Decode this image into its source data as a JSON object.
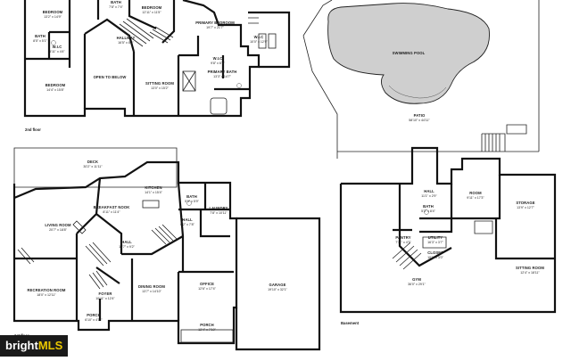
{
  "floors": {
    "second": {
      "label": "2nd floor"
    },
    "first": {
      "label": "1st floor"
    },
    "basement": {
      "label": "Basement"
    }
  },
  "rooms": {
    "bedroom_tl": {
      "name": "BEDROOM",
      "dim": "13'2\" x 14'9\""
    },
    "bath_top": {
      "name": "BATH",
      "dim": "7'8\" x 7'4\""
    },
    "bedroom_top": {
      "name": "BEDROOM",
      "dim": "12'11\" x 11'5\""
    },
    "primary_bedroom": {
      "name": "PRIMARY BEDROOM",
      "dim": "19'7\" x 21'7\""
    },
    "wic_right": {
      "name": "W.I.C",
      "dim": "10'0\" x 12'9\""
    },
    "wic_left": {
      "name": "W.I.C",
      "dim": "5'11\" x 4'4\""
    },
    "bath_left": {
      "name": "BATH",
      "dim": "8'5\" x 5'1\""
    },
    "hallway": {
      "name": "HALLWAY",
      "dim": "16'5\" x 8'5\""
    },
    "open_below": {
      "name": "OPEN TO BELOW",
      "dim": ""
    },
    "sitting_room_2": {
      "name": "SITTING ROOM",
      "dim": "13'0\" x 15'2\""
    },
    "primary_bath": {
      "name": "PRIMARY BATH",
      "dim": "13'3\" x 14'7\""
    },
    "wic_small": {
      "name": "W.I.C",
      "dim": "9'8\" x 6'1\""
    },
    "bedroom_bl": {
      "name": "BEDROOM",
      "dim": "14'4\" x 15'8\""
    },
    "swimming_pool": {
      "name": "SWIMMING POOL",
      "dim": ""
    },
    "patio": {
      "name": "PATIO",
      "dim": "58'10\" x 44'11\""
    },
    "deck": {
      "name": "DECK",
      "dim": "30'2\" x 11'11\""
    },
    "breakfast_nook": {
      "name": "BREAKFAST NOOK",
      "dim": "8'11\" x 11'4\""
    },
    "kitchen": {
      "name": "KITCHEN",
      "dim": "14'1\" x 15'4\""
    },
    "bath_1": {
      "name": "BATH",
      "dim": "5'9\" x 5'9\""
    },
    "laundry": {
      "name": "LAUNDRY",
      "dim": "7'8\" x 10'11\""
    },
    "hall_1a": {
      "name": "HALL",
      "dim": "6'2\" x 7'8\""
    },
    "living_room": {
      "name": "LIVING ROOM",
      "dim": "20'7\" x 18'8\""
    },
    "hall_1b": {
      "name": "HALL",
      "dim": "16'7\" x 9'2\""
    },
    "garage": {
      "name": "GARAGE",
      "dim": "19'10\" x 32'1\""
    },
    "recreation_room": {
      "name": "RECREATION ROOM",
      "dim": "18'0\" x 12'11\""
    },
    "dining_room": {
      "name": "DINING ROOM",
      "dim": "13'7\" x 14'10\""
    },
    "office": {
      "name": "OFFICE",
      "dim": "12'6\" x 17'4\""
    },
    "foyer": {
      "name": "FOYER",
      "dim": "10'11\" x 12'4\""
    },
    "porch_a": {
      "name": "PORCH",
      "dim": "6'10\" x 4'11\""
    },
    "porch_b": {
      "name": "PORCH",
      "dim": "12'4\" x 7'10\""
    },
    "hall_b": {
      "name": "HALL",
      "dim": "11'1\" x 2'9\""
    },
    "room_b": {
      "name": "ROOM",
      "dim": "9'11\" x 17'3\""
    },
    "storage": {
      "name": "STORAGE",
      "dim": "13'9\" x 12'7\""
    },
    "bath_b": {
      "name": "BATH",
      "dim": "5'3\" x 8'4\""
    },
    "pantry": {
      "name": "PANTRY",
      "dim": "7'11\" x 4'7\""
    },
    "utility": {
      "name": "UTILITY",
      "dim": "16'3\" x 3'7\""
    },
    "closet_b": {
      "name": "CLOSET",
      "dim": "10'9\" x 3'0\""
    },
    "sitting_room_b": {
      "name": "SITTING ROOM",
      "dim": "12'4\" x 18'11\""
    },
    "gym": {
      "name": "GYM",
      "dim": "36'0\" x 29'1\""
    }
  },
  "watermark": {
    "brand": "bright",
    "suffix": "MLS"
  },
  "colors": {
    "wall": "#111111",
    "pool": "#cfcfcf",
    "watermark_bg": "#1a1a1a",
    "watermark_dot": "#e9c600"
  }
}
